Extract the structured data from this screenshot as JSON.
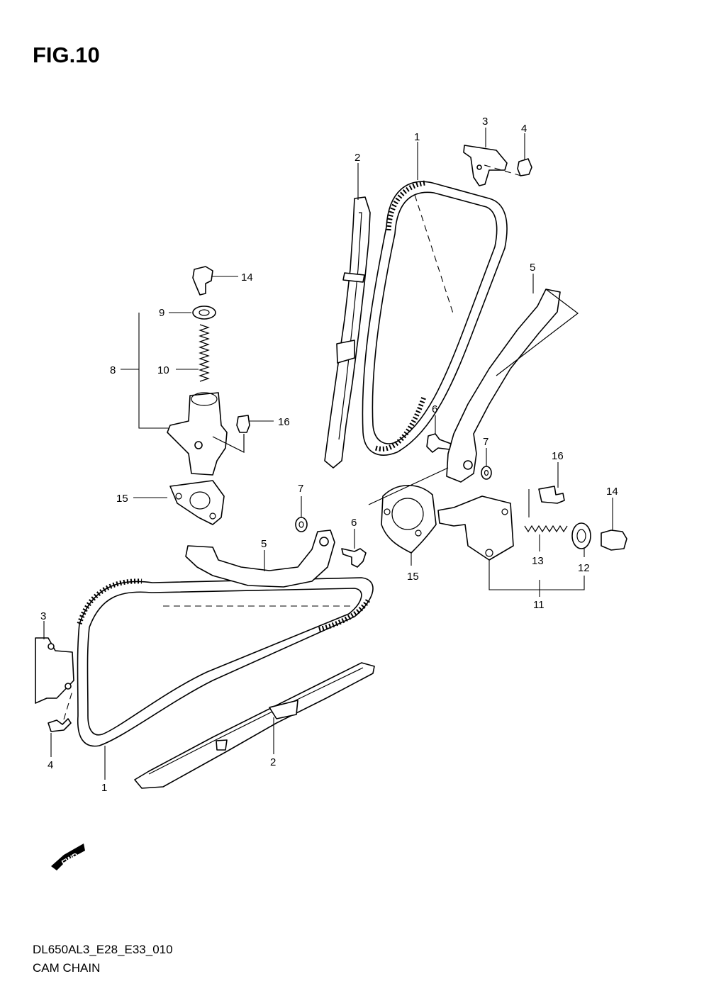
{
  "figure": {
    "title": "FIG.10",
    "code": "DL650AL3_E28_E33_010",
    "name": "CAM CHAIN",
    "direction_badge": "FWD"
  },
  "callouts": {
    "c1_top": "1",
    "c2_top": "2",
    "c3_top": "3",
    "c4_top": "4",
    "c5_right": "5",
    "c6_mid": "6",
    "c7_right": "7",
    "c16_right": "16",
    "c14_right": "14",
    "c15_right": "15",
    "c13": "13",
    "c12": "12",
    "c11": "11",
    "c14_left": "14",
    "c9": "9",
    "c8": "8",
    "c10": "10",
    "c16_left": "16",
    "c15_left": "15",
    "c7_left": "7",
    "c5_left": "5",
    "c6_left": "6",
    "c3_left": "3",
    "c4_left": "4",
    "c2_bottom": "2",
    "c1_bottom": "1"
  }
}
